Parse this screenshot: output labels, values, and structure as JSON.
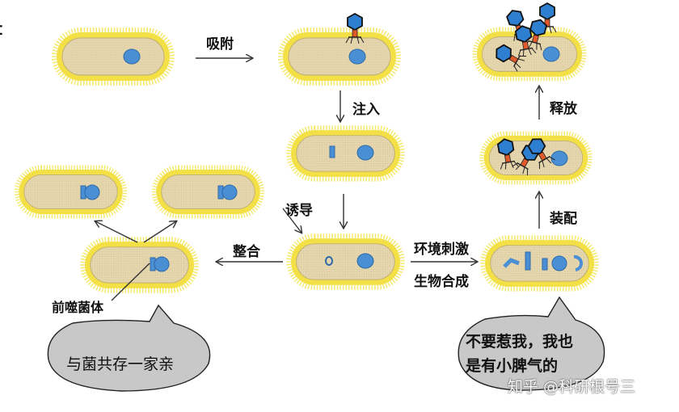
{
  "labels": {
    "adsorption": "吸附",
    "injection": "注入",
    "release": "释放",
    "assembly": "装配",
    "induction": "诱导",
    "integration": "整合",
    "env_stimulus": "环境刺激",
    "biosynthesis": "生物合成",
    "prophage": "前噬菌体"
  },
  "bubbles": {
    "lysogenic": "与菌共存一家亲",
    "lytic_line1": "不要惹我，我也",
    "lytic_line2": "是有小脾气的"
  },
  "watermark": "知乎 @科研根号三",
  "colors": {
    "cell_fill": "#e8d9b4",
    "cell_border": "#f4e05a",
    "nucleoid": "#4a8fd4",
    "bubble": "#c8c8c8",
    "arrow": "#333333"
  }
}
